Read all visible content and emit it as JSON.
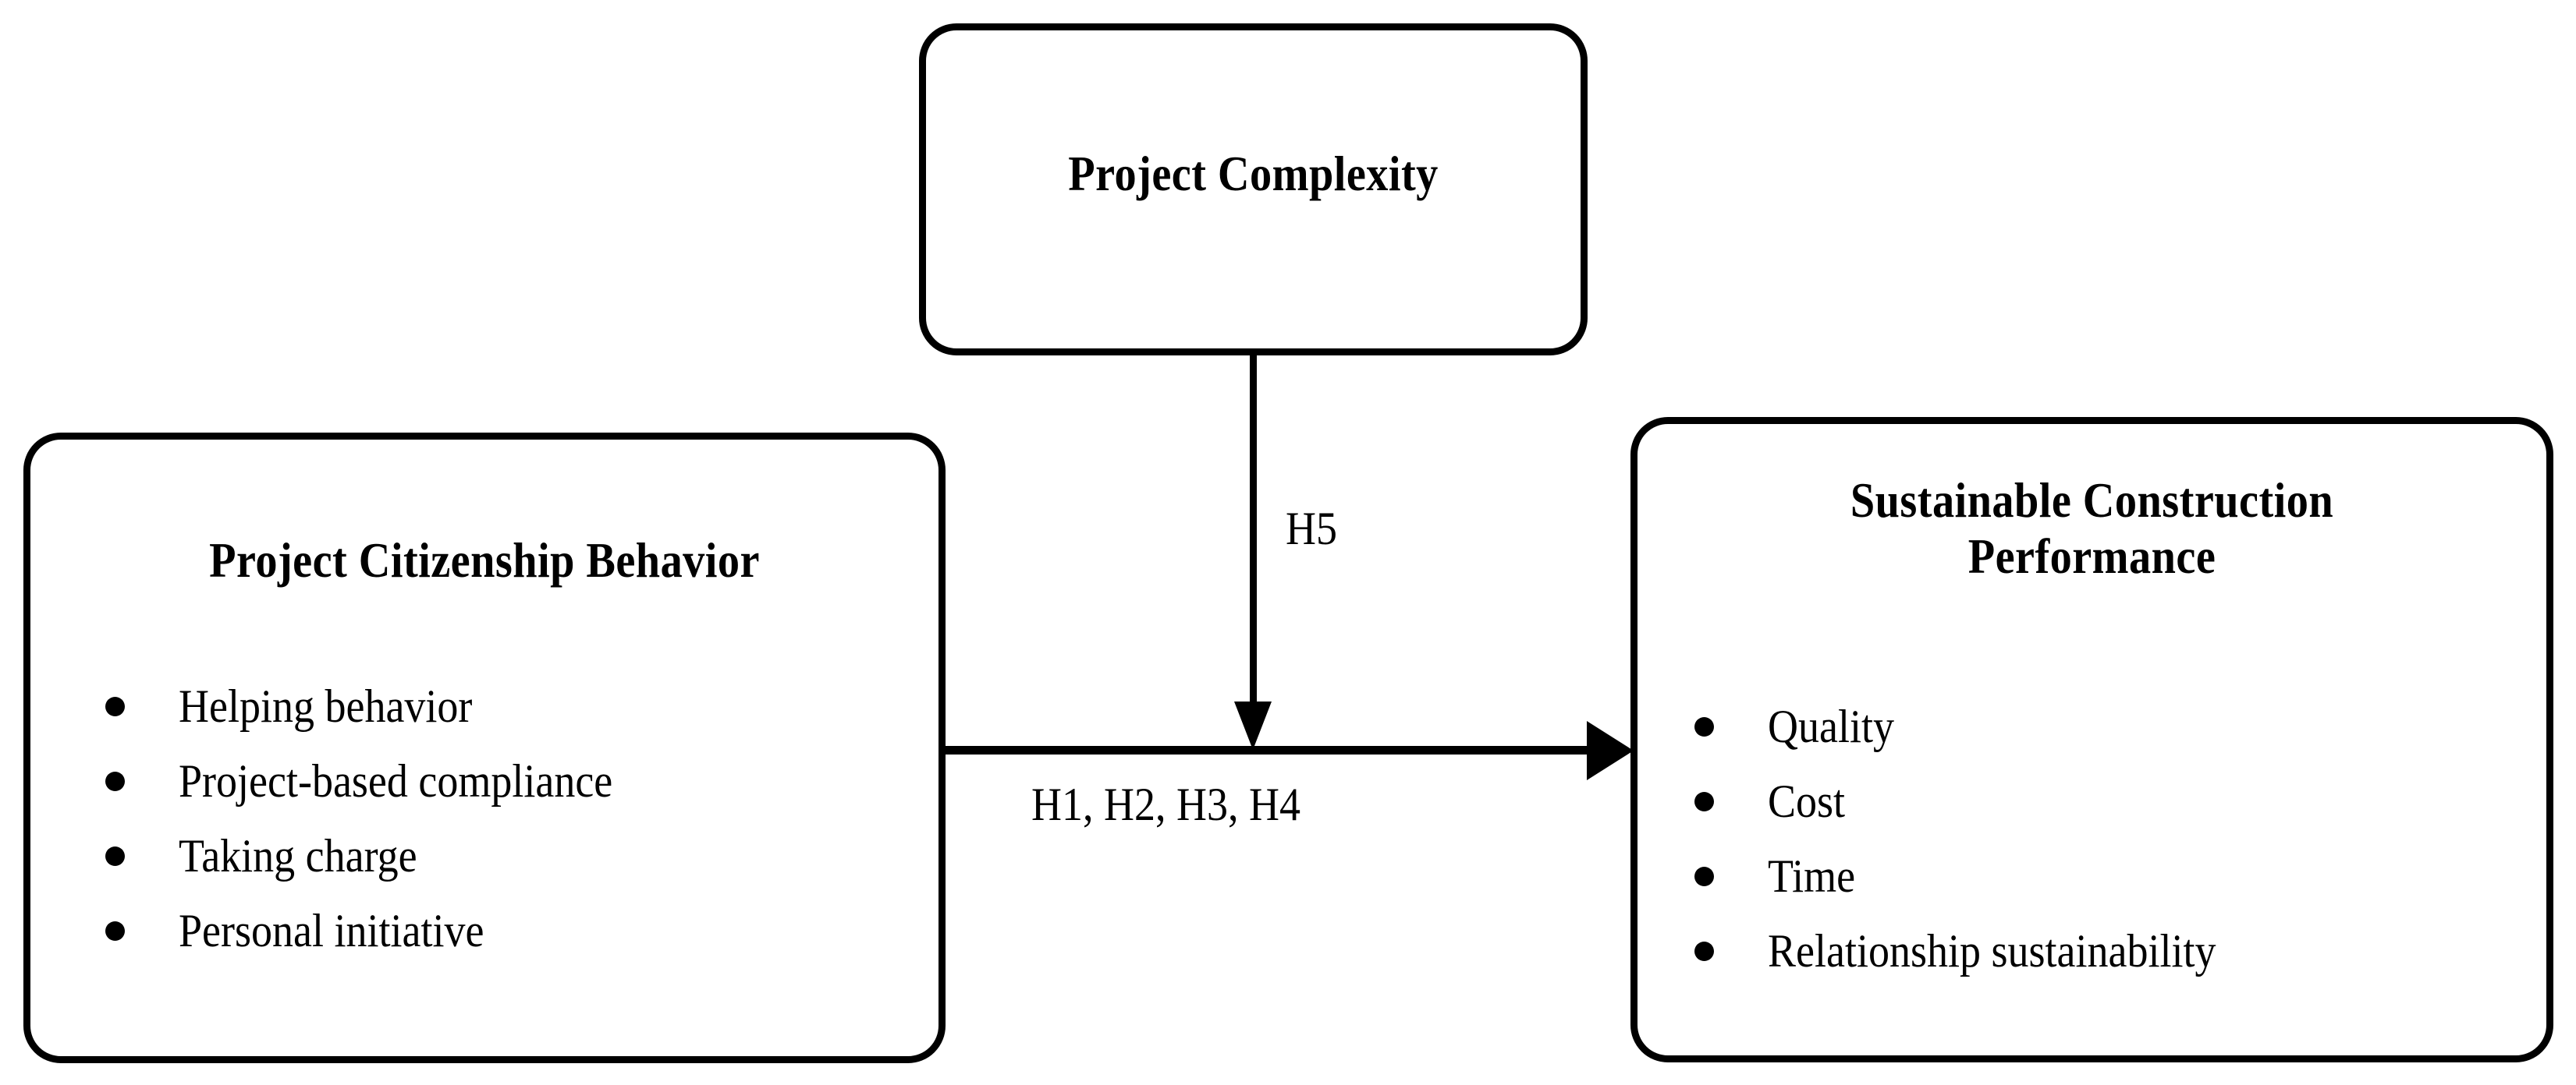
{
  "diagram": {
    "type": "conceptual-research-framework",
    "background_color": "#ffffff",
    "line_color": "#000000",
    "nodes": {
      "moderator": {
        "title": "Project Complexity",
        "items": []
      },
      "independent": {
        "title": "Project Citizenship Behavior",
        "items": [
          "Helping behavior",
          "Project-based compliance",
          "Taking charge",
          "Personal initiative"
        ]
      },
      "dependent": {
        "title": "Sustainable Construction\nPerformance",
        "items": [
          "Quality",
          "Cost",
          "Time",
          "Relationship sustainability"
        ]
      }
    },
    "edges": {
      "main_path_label": "H1, H2, H3, H4",
      "moderation_label": "H5"
    }
  }
}
